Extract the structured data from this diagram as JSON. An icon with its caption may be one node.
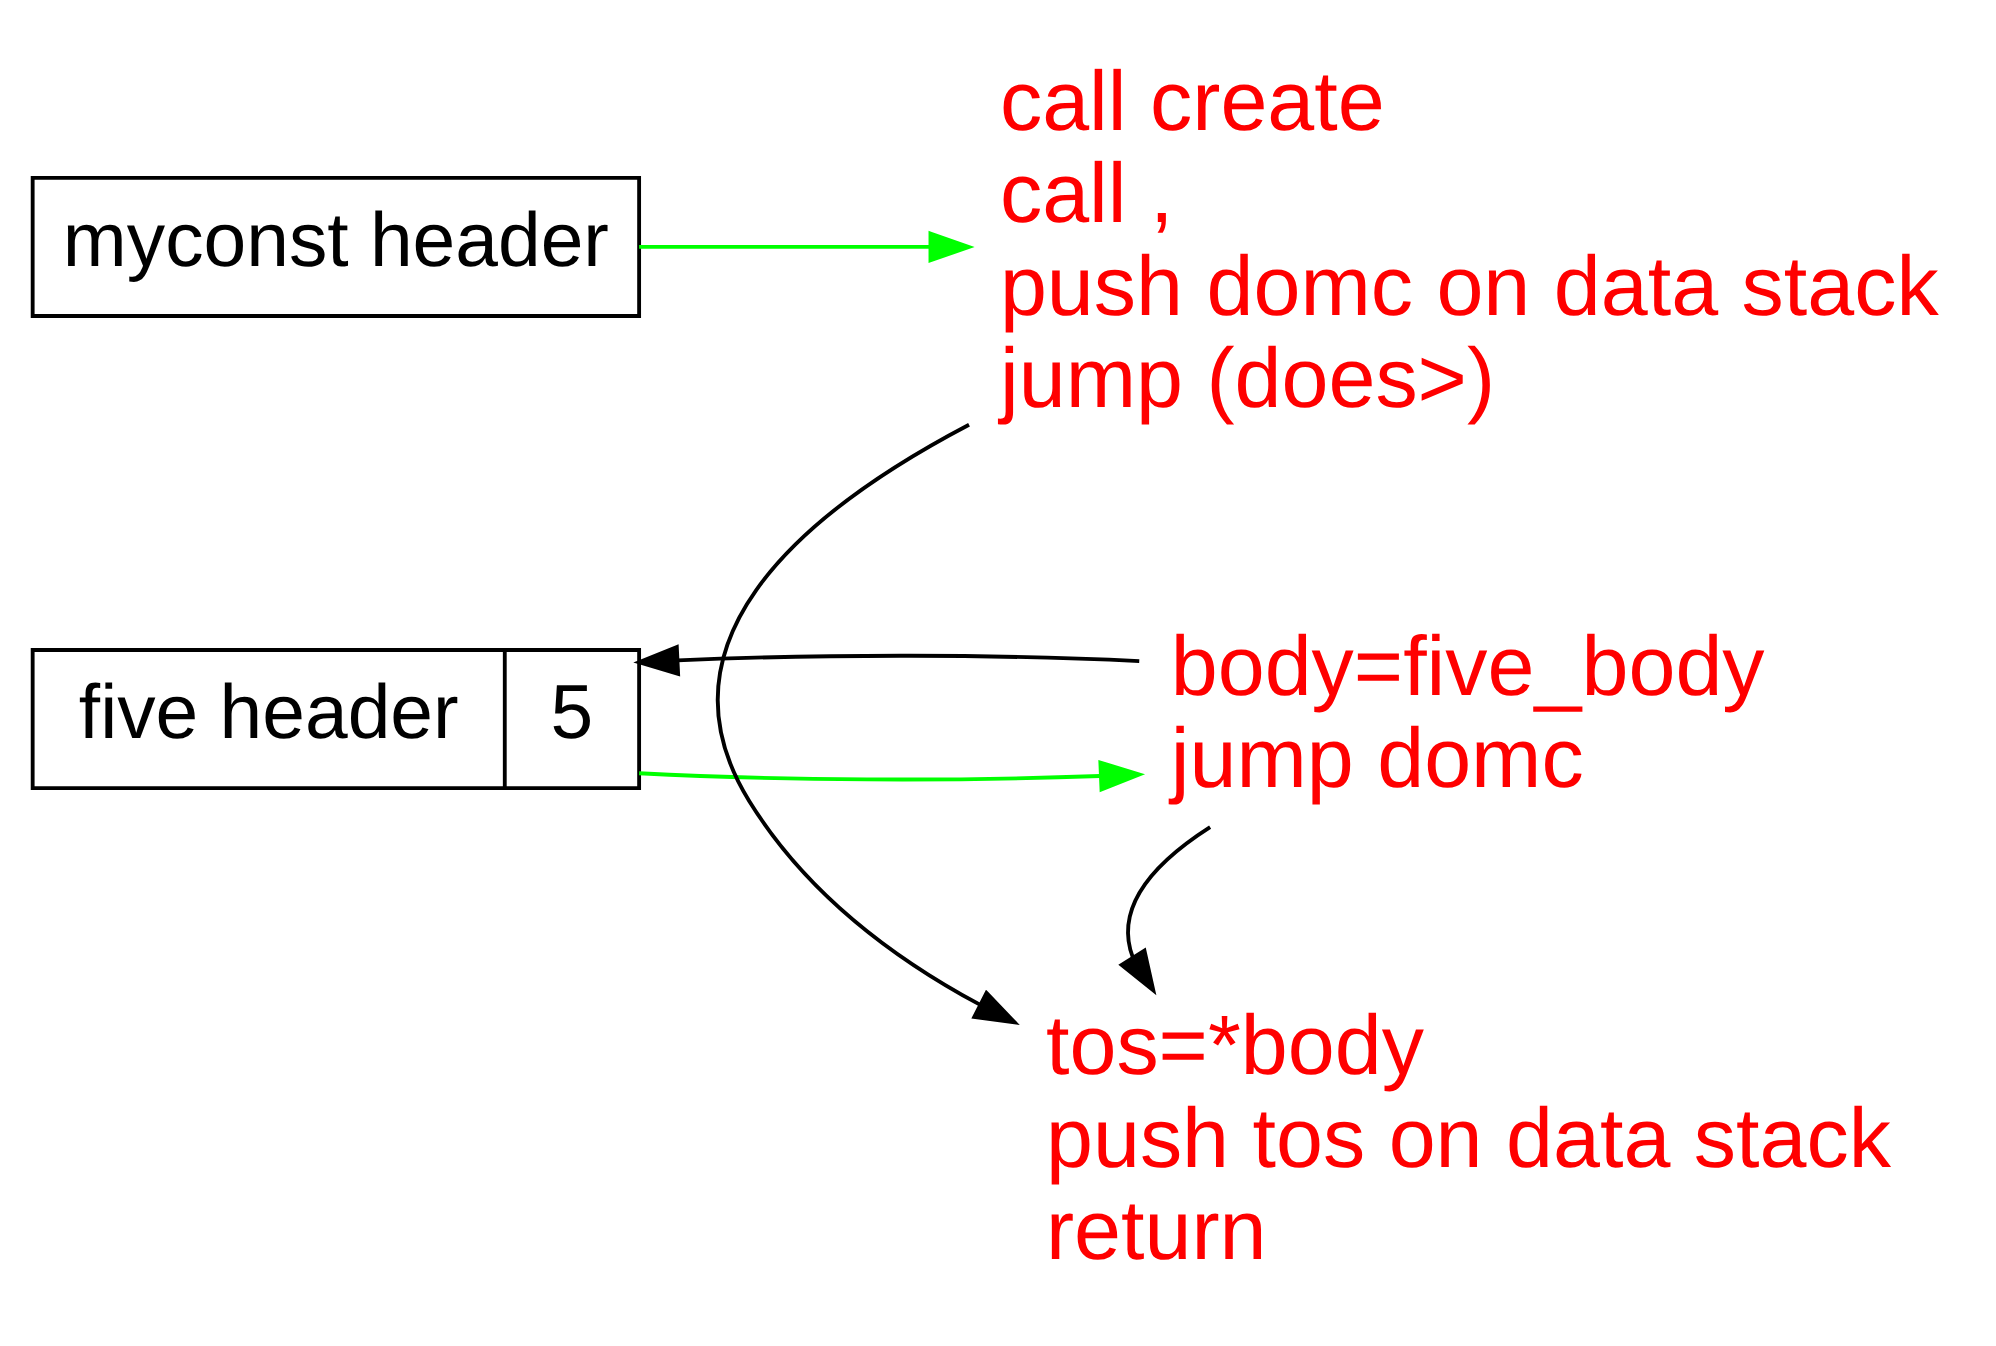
{
  "diagram": {
    "nodes": [
      {
        "text": [
          "myconst header"
        ]
      },
      {
        "text": [
          "five header",
          "5"
        ]
      },
      {
        "text": [
          "call create",
          "call ,",
          "push domc on data stack",
          "jump (does>)"
        ]
      },
      {
        "text": [
          "tos=*body",
          "push tos on data stack",
          "return"
        ]
      },
      {
        "text": [
          "body=five_body",
          "jump domc"
        ]
      }
    ],
    "edges": [
      {
        "from": 0,
        "to": 2,
        "arrow": "to",
        "color": "#00ff00"
      },
      {
        "from": 1,
        "to": 4,
        "arrow": "to",
        "color": "#00ff00"
      },
      {
        "from": 2,
        "to": 3,
        "arrow": "to"
      },
      {
        "from": 4,
        "to": 1,
        "arrow": "to"
      },
      {
        "from": 4,
        "to": 3,
        "arrow": "to"
      }
    ]
  }
}
